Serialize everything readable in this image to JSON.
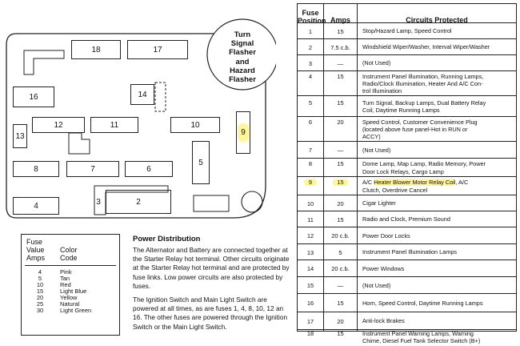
{
  "diagram": {
    "flasher_lines": [
      "Turn",
      "Signal",
      "Flasher",
      "and",
      "Hazard",
      "Flasher"
    ],
    "fuse_labels": {
      "f18": "18",
      "f17": "17",
      "f16": "16",
      "f14": "14",
      "f13": "13",
      "f12": "12",
      "f11": "11",
      "f10": "10",
      "f9": "9",
      "f8": "8",
      "f7": "7",
      "f6": "6",
      "f5": "5",
      "f4": "4",
      "f3": "3",
      "f2": "2"
    },
    "highlight_color": "#fff59a"
  },
  "code_table": {
    "header_left": [
      "Fuse",
      "Value",
      "Amps"
    ],
    "header_right": [
      "Color",
      "Code"
    ],
    "rows": [
      {
        "amps": "4",
        "color": "Pink"
      },
      {
        "amps": "5",
        "color": "Tan"
      },
      {
        "amps": "10",
        "color": "Red"
      },
      {
        "amps": "15",
        "color": "Light Blue"
      },
      {
        "amps": "20",
        "color": "Yellow"
      },
      {
        "amps": "25",
        "color": "Natural"
      },
      {
        "amps": "30",
        "color": "Light Green"
      }
    ]
  },
  "power_distribution": {
    "title": "Power Distribution",
    "para1": "The Alternator and Battery are connected together at the Starter Relay hot terminal. Other circuits originate at the Starter Relay hot terminal and are protected by fuse links. Low power circuits are also protected by fuses.",
    "para2": "The Ignition Switch and Main Light Switch are powered at all times, as are fuses 1, 4, 8, 10, 12 an 16. The other fuses are powered through the Ignition Switch or the Main Light Switch."
  },
  "fuse_table": {
    "headers": {
      "position": [
        "Fuse",
        "Position"
      ],
      "amps": "Amps",
      "circuits": "Circuits Protected"
    },
    "rows": [
      {
        "pos": "1",
        "amps": "15",
        "circuits": [
          "Stop/Hazard Lamp, Speed Control"
        ]
      },
      {
        "pos": "2",
        "amps": "7.5 c.b.",
        "circuits": [
          "Windshield Wiper/Washer, Interval Wiper/Washer"
        ]
      },
      {
        "pos": "3",
        "amps": "—",
        "circuits": [
          "(Not Used)"
        ]
      },
      {
        "pos": "4",
        "amps": "15",
        "circuits": [
          "Instrument Panel Illumination, Running Lamps,",
          "Radio/Clock Illumination, Heater And A/C Con-",
          "trol Illumination"
        ]
      },
      {
        "pos": "5",
        "amps": "15",
        "circuits": [
          "Turn Signal, Backup Lamps, Dual Battery Relay",
          "Coil, Daytime Running Lamps"
        ]
      },
      {
        "pos": "6",
        "amps": "20",
        "circuits": [
          "Speed Control, Customer Convenience Plug",
          "(located above fuse panel-Hot in RUN or",
          "ACCY)"
        ]
      },
      {
        "pos": "7",
        "amps": "—",
        "circuits": [
          "(Not Used)"
        ]
      },
      {
        "pos": "8",
        "amps": "15",
        "circuits": [
          "Dome Lamp, Map Lamp, Radio Memory, Power",
          "Door Lock Relays, Cargo Lamp"
        ]
      },
      {
        "pos": "9",
        "amps": "15",
        "circuits": [
          "A/C Heater Blower Motor Relay Coil, A/C",
          "Clutch, Overdrive Cancel"
        ]
      },
      {
        "pos": "10",
        "amps": "20",
        "circuits": [
          "Cigar Lighter"
        ]
      },
      {
        "pos": "11",
        "amps": "15",
        "circuits": [
          "Radio and Clock, Premium Sound"
        ]
      },
      {
        "pos": "12",
        "amps": "20 c.b.",
        "circuits": [
          "Power Door Locks"
        ]
      },
      {
        "pos": "13",
        "amps": "5",
        "circuits": [
          "Instrument Panel Illumination Lamps"
        ]
      },
      {
        "pos": "14",
        "amps": "20 c.b.",
        "circuits": [
          "Power Windows"
        ]
      },
      {
        "pos": "15",
        "amps": "—",
        "circuits": [
          "(Not Used)"
        ]
      },
      {
        "pos": "16",
        "amps": "15",
        "circuits": [
          "Horn, Speed Control, Daytime Running Lamps"
        ]
      },
      {
        "pos": "17",
        "amps": "20",
        "circuits": [
          "Anti-lock Brakes"
        ]
      },
      {
        "pos": "18",
        "amps": "15",
        "circuits": [
          "Instrument Panel Warning Lamps, Warning",
          "Chime, Diesel Fuel Tank Selector Switch (B+)"
        ]
      }
    ]
  }
}
